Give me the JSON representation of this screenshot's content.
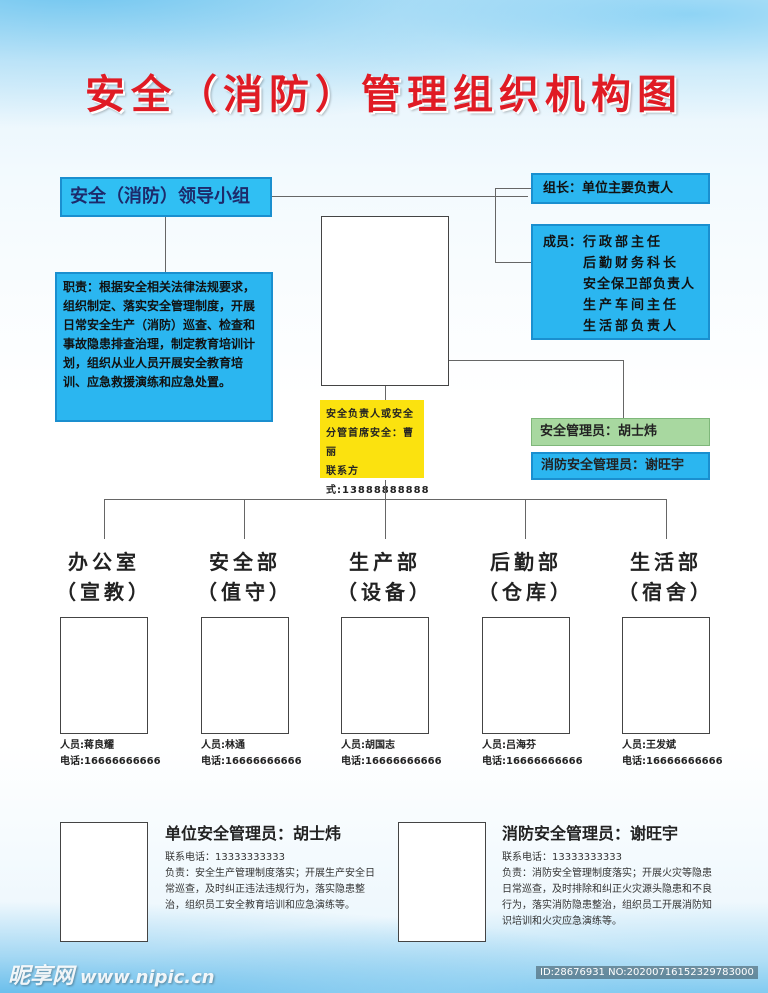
{
  "title": "安全（消防）管理组织机构图",
  "leader_group": {
    "title": "安全（消防）领导小组",
    "duties": "职责：根据安全相关法律法规要求，组织制定、落实安全管理制度，开展日常安全生产（消防）巡查、检查和事故隐患排查治理，制定教育培训计划，组织从业人员开展安全教育培训、应急救援演练和应急处置。"
  },
  "group_leader": "组长：单位主要负责人",
  "members": {
    "label": "成员：",
    "items": [
      "行政部主任",
      "后勤财务科长",
      "安全保卫部负责人",
      "生产车间主任",
      "生活部负责人"
    ]
  },
  "responsible": {
    "line1": "安全负责人或安全",
    "line2": "分管首席安全：曹丽",
    "line3": "联系方式:13888888888"
  },
  "safety_admin_label": "安全管理员：胡士炜",
  "fire_admin_label": "消防安全管理员：谢旺宇",
  "departments": [
    {
      "name": "办公室",
      "sub": "（宣教）",
      "person": "人员:蒋良耀",
      "phone": "电话:16666666666"
    },
    {
      "name": "安全部",
      "sub": "（值守）",
      "person": "人员:林通",
      "phone": "电话:16666666666"
    },
    {
      "name": "生产部",
      "sub": "（设备）",
      "person": "人员:胡国志",
      "phone": "电话:16666666666"
    },
    {
      "name": "后勤部",
      "sub": "（仓库）",
      "person": "人员:吕海芬",
      "phone": "电话:16666666666"
    },
    {
      "name": "生活部",
      "sub": "（宿舍）",
      "person": "人员:王发斌",
      "phone": "电话:16666666666"
    }
  ],
  "admins": [
    {
      "title": "单位安全管理员：胡士炜",
      "phone": "联系电话：13333333333",
      "duty": "负责：安全生产管理制度落实；开展生产安全日常巡查，及时纠正违法违规行为，落实隐患整治，组织员工安全教育培训和应急演练等。"
    },
    {
      "title": "消防安全管理员：谢旺宇",
      "phone": "联系电话：13333333333",
      "duty": "负责：消防安全管理制度落实；开展火灾等隐患日常巡查，及时排除和纠正火灾源头隐患和不良行为，落实消防隐患整治，组织员工开展消防知识培训和火灾应急演练等。"
    }
  ],
  "watermark": {
    "brand": "昵享网",
    "url": "www.nipic.cn",
    "id": "ID:28676931 NO:20200716152329783000"
  },
  "colors": {
    "title": "#e01b24",
    "blue_box": "#2bb6f0",
    "yellow_box": "#fbe20f",
    "green_box": "#a8d8a0"
  }
}
